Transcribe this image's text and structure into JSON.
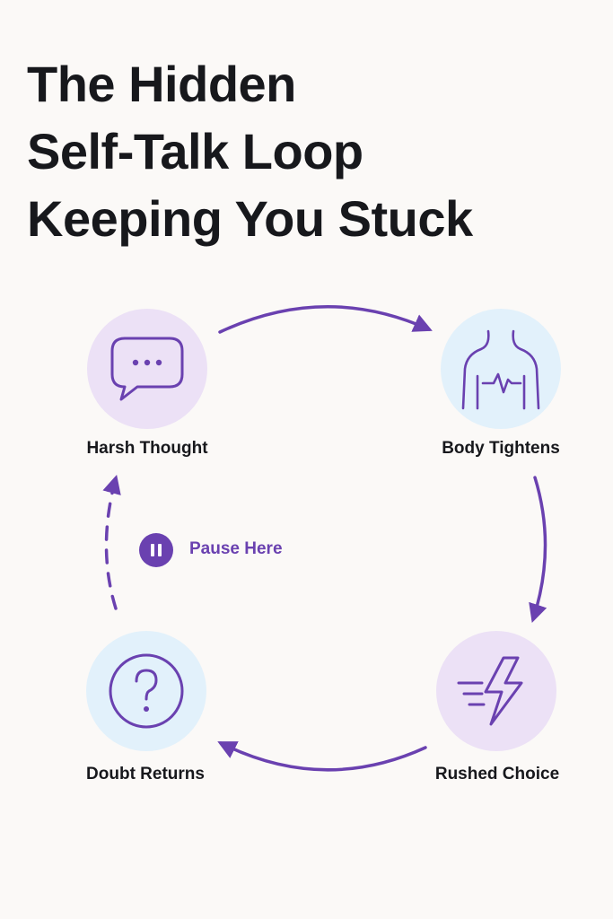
{
  "title": {
    "lines": [
      "The Hidden",
      "Self-Talk Loop",
      "Keeping You Stuck"
    ]
  },
  "colors": {
    "accent": "#6a41b0",
    "purple_fill": "#ece1f6",
    "blue_fill": "#e2f1fb",
    "text": "#17181c",
    "background": "#fbf9f7"
  },
  "nodes": {
    "harsh_thought": {
      "label": "Harsh Thought",
      "icon": "speech-bubble-icon"
    },
    "body_tightens": {
      "label": "Body Tightens",
      "icon": "torso-heartbeat-icon"
    },
    "rushed_choice": {
      "label": "Rushed Choice",
      "icon": "lightning-bolt-icon"
    },
    "doubt_returns": {
      "label": "Doubt Returns",
      "icon": "question-mark-icon"
    }
  },
  "pause": {
    "label": "Pause Here",
    "icon": "pause-icon"
  }
}
